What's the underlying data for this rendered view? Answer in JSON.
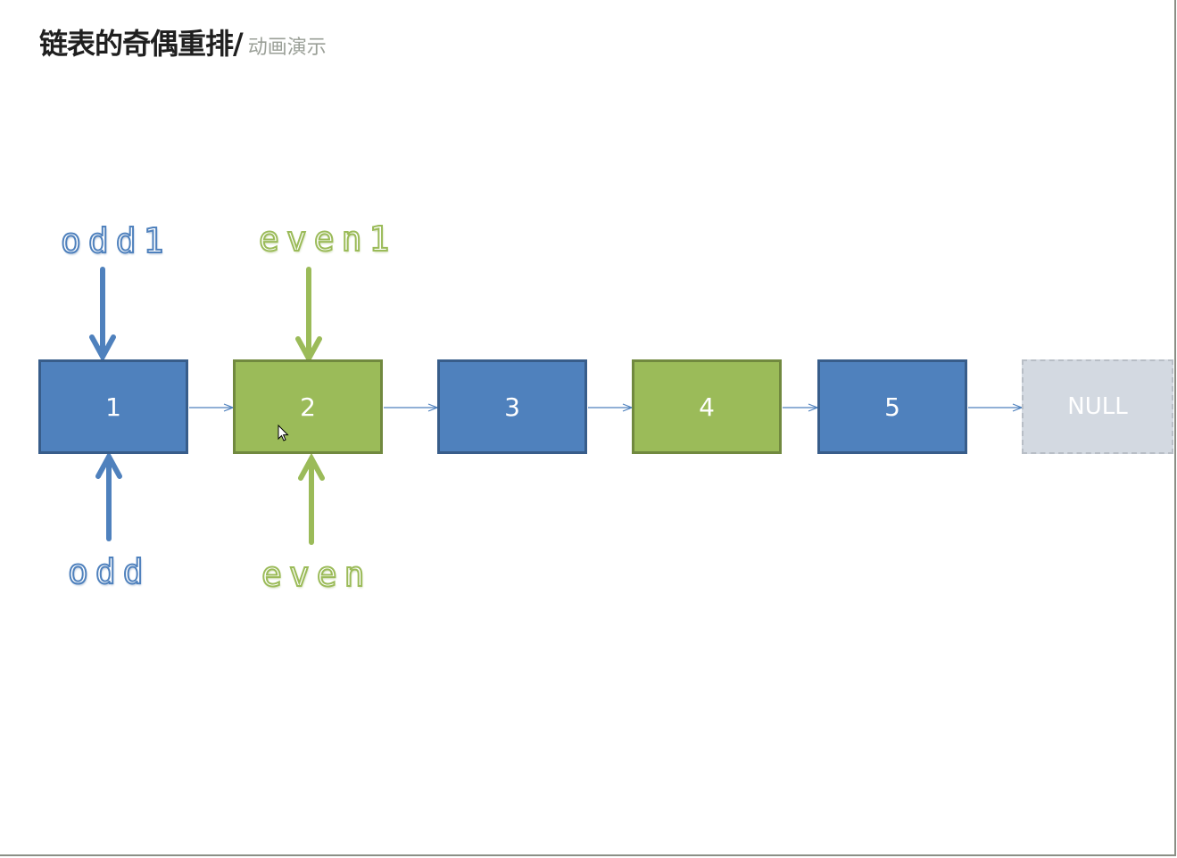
{
  "title": {
    "main": "链表的奇偶重排/",
    "sub": "动画演示"
  },
  "nodes": [
    {
      "label": "1",
      "color": "#4f81bd",
      "kind": "odd"
    },
    {
      "label": "2",
      "color": "#9bbb59",
      "kind": "even"
    },
    {
      "label": "3",
      "color": "#4f81bd",
      "kind": "odd"
    },
    {
      "label": "4",
      "color": "#9bbb59",
      "kind": "even"
    },
    {
      "label": "5",
      "color": "#4f81bd",
      "kind": "odd"
    },
    {
      "label": "NULL",
      "color": "#d3d9e1",
      "kind": "null"
    }
  ],
  "pointers": {
    "odd1": "odd1",
    "even1": "even1",
    "odd": "odd",
    "even": "even"
  },
  "colors": {
    "odd": "#4f81bd",
    "even": "#9bbb59",
    "link": "#4f81bd"
  },
  "icons": {
    "cursor": "mouse-pointer-icon"
  }
}
